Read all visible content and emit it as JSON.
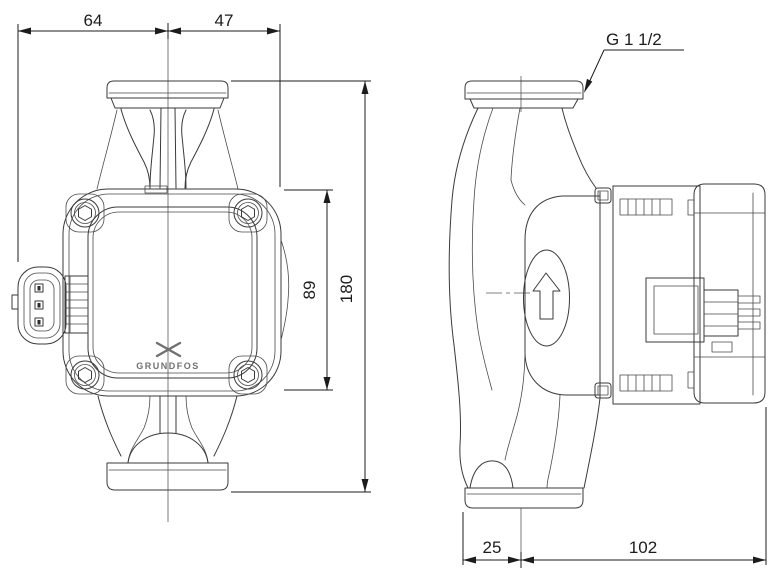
{
  "colors": {
    "background": "#ffffff",
    "line": "#3a3a3a",
    "dimension": "#1c1c1c",
    "logo_gray": "#707070"
  },
  "dimensions": {
    "flange_to_center": "64",
    "center_to_body_edge": "47",
    "body_height": "89",
    "overall_height": "180",
    "flange_edge_to_center": "25",
    "center_to_box_edge": "102"
  },
  "labels": {
    "thread_size": "G 1 1/2",
    "brand": "GRUNDFOS"
  },
  "icons": {
    "flow_direction": "up-arrow"
  }
}
